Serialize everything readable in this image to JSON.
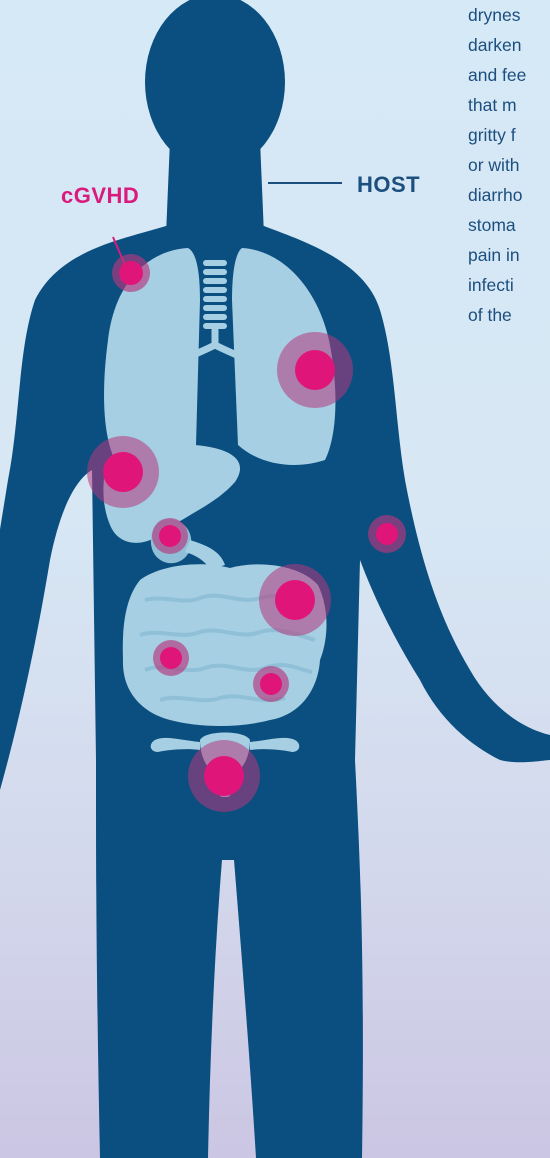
{
  "labels": {
    "cgvhd": "cGVHD",
    "host": "HOST"
  },
  "symptoms_text": [
    "drynes",
    "darken",
    "and fee",
    "that m",
    "gritty f",
    "or with",
    "diarrho",
    "stoma",
    "pain in",
    "infecti",
    "of the"
  ],
  "colors": {
    "body": "#0b4f80",
    "organ": "#a6cfe3",
    "organ_dark": "#8fc0d8",
    "marker": "#e0157a",
    "halo": "#b5387c",
    "host_text": "#1c4f7f",
    "cgvhd_text": "#d81b7c"
  }
}
